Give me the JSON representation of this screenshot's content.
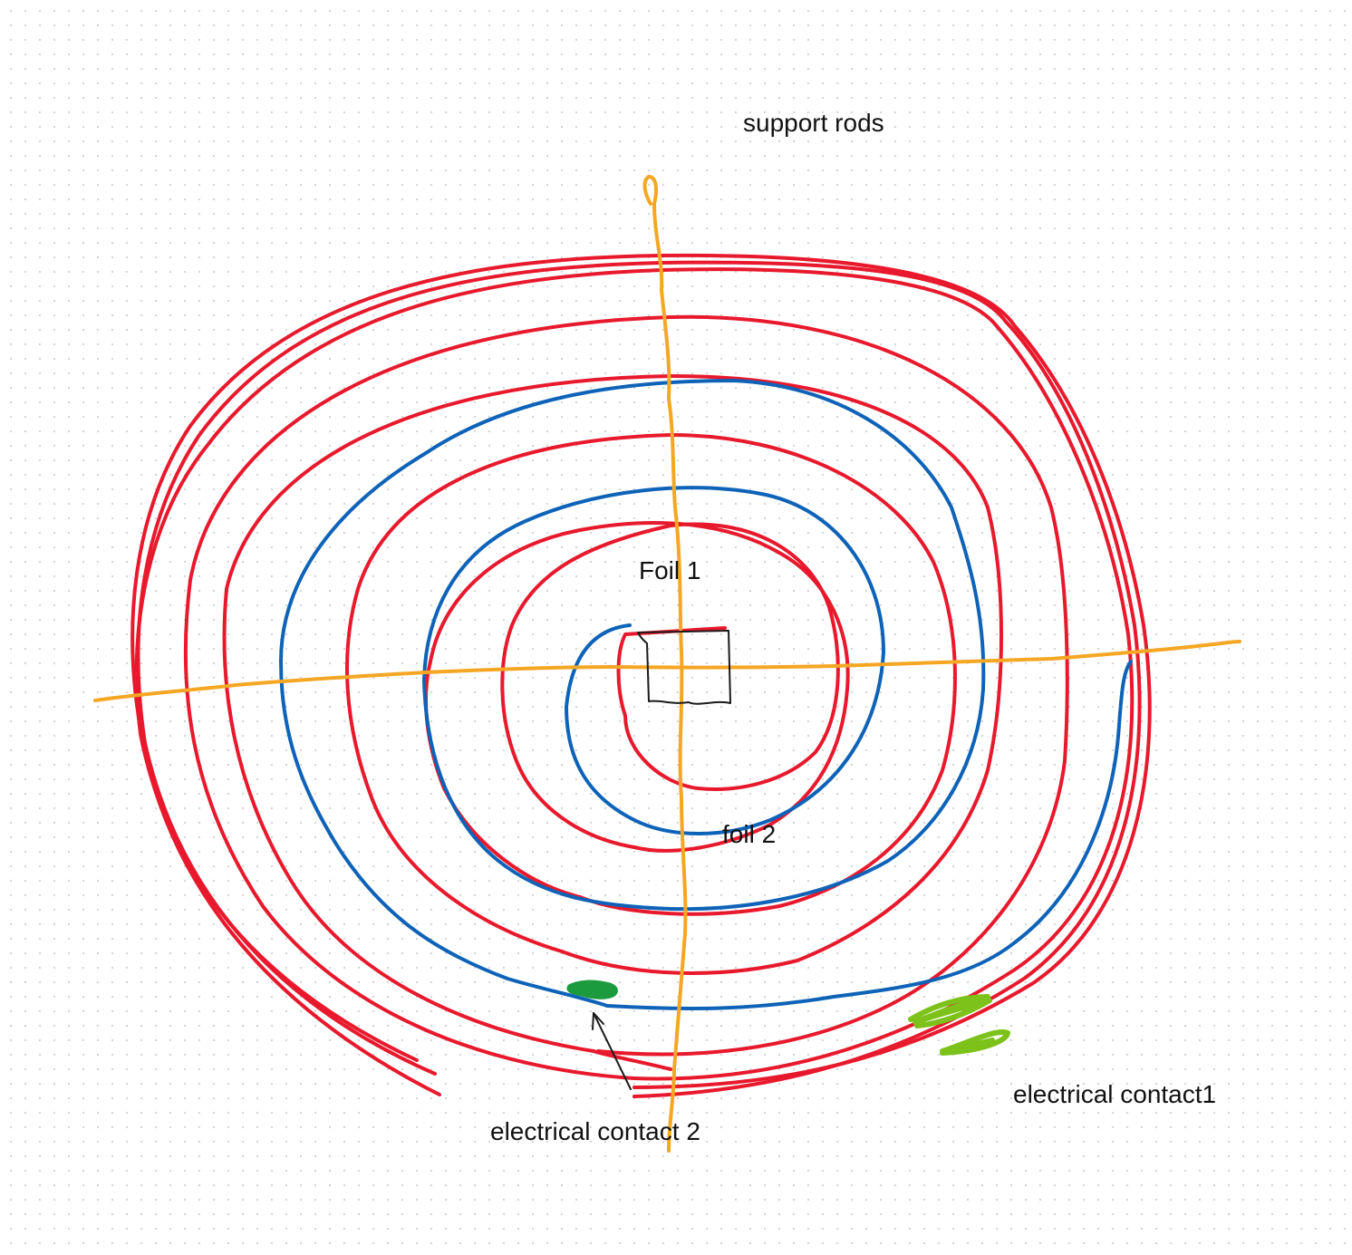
{
  "labels": {
    "support_rods": "support rods",
    "foil_1": "Foil 1",
    "foil_2": "foil 2",
    "electrical_contact_1": "electrical contact1",
    "electrical_contact_2": "electrical contact 2"
  },
  "colors": {
    "foil_1": "#e8192c",
    "foil_2": "#0e63b8",
    "support_rods": "#f5a623",
    "electrical_contact_1": "#7cc21a",
    "electrical_contact_2": "#1c9a3e",
    "ink": "#1a1a1a",
    "grid_dots": "#d4d4d4"
  }
}
